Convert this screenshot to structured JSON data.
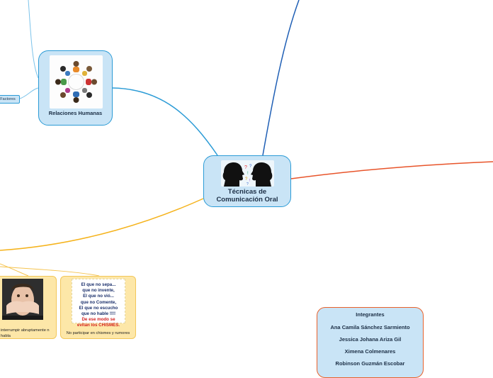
{
  "central": {
    "title": "Técnicas de Comunicación Oral",
    "image": "two-heads-talking-illustration"
  },
  "relaciones": {
    "title": "Relaciones Humanas",
    "image": "people-circle-illustration"
  },
  "factores": {
    "label": "Factores"
  },
  "cards": [
    {
      "text": "interrumpir abruptamente n habla",
      "image": "man-covering-mouth-photo"
    },
    {
      "text": "No participar en chismes y rumores",
      "image_lines_blue": [
        "El que no sepa...",
        "que no invente,",
        "El que no vió...",
        "que no Comente,",
        "El que no escucho",
        "que no hable !!!!"
      ],
      "image_lines_red": [
        "De ese modo se",
        "evitan los CHISMES."
      ]
    }
  ],
  "integrantes": {
    "title": "Integrantes",
    "members": [
      "Ana Camila Sánchez Sarmiento",
      "Jessica Johana Ariza Gil",
      "Ximena Colmenares",
      "Robinson Guzmán Escobar"
    ]
  },
  "colors": {
    "blue_branch": "#2b9bd6",
    "dark_blue_branch": "#1f5fb5",
    "orange_branch": "#e8542a",
    "yellow_branch": "#f5b31c",
    "node_fill": "#c9e4f6",
    "card_fill": "#fde7a8"
  }
}
